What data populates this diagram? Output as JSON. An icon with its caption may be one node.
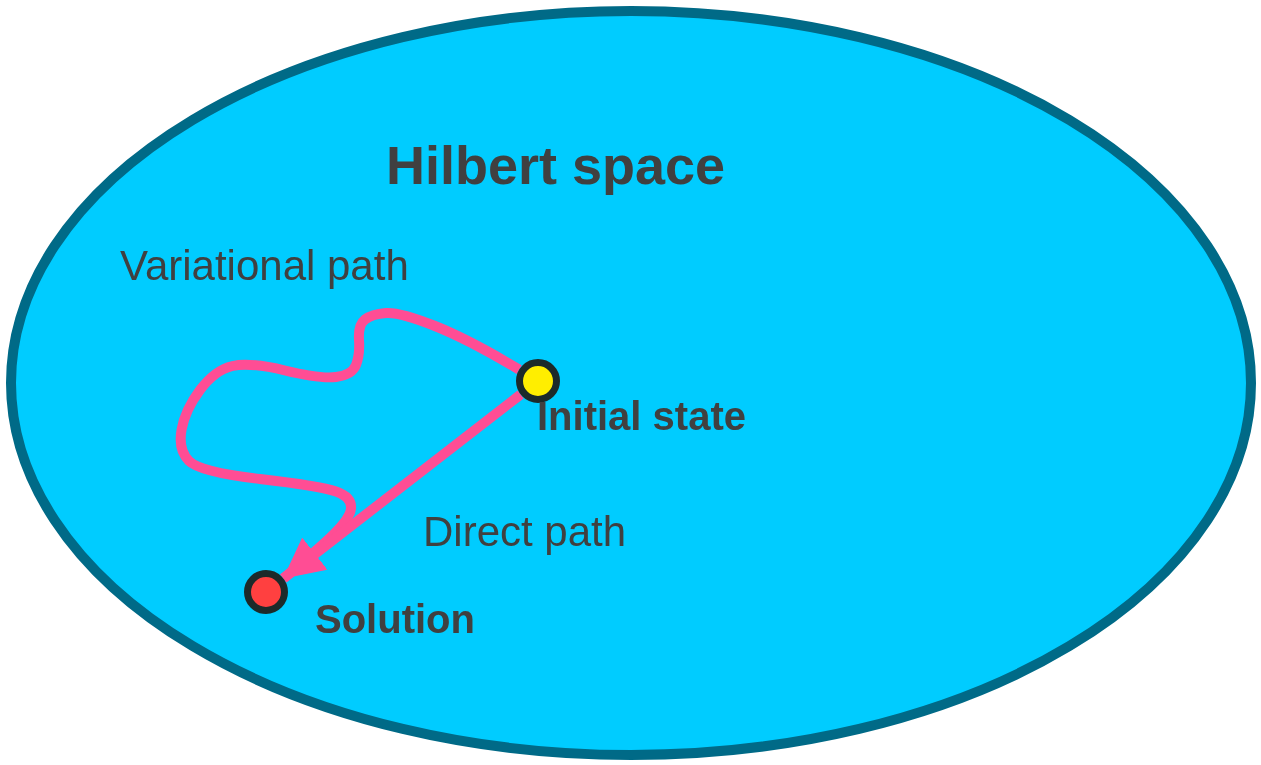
{
  "diagram": {
    "nodes": [
      {
        "text": [
          "Hilbert space"
        ]
      },
      {
        "text": [],
        "shape": "circle",
        "beside": [
          "Initial state"
        ],
        "in": 0
      },
      {
        "text": [],
        "shape": "circle",
        "beside": [
          "Solution"
        ],
        "in": 0
      }
    ],
    "edges": [
      {
        "from": 1,
        "to": 2,
        "arrow": "to",
        "label": "Variational path"
      },
      {
        "from": 1,
        "to": 2,
        "arrow": "to",
        "label": "Direct path"
      }
    ]
  }
}
